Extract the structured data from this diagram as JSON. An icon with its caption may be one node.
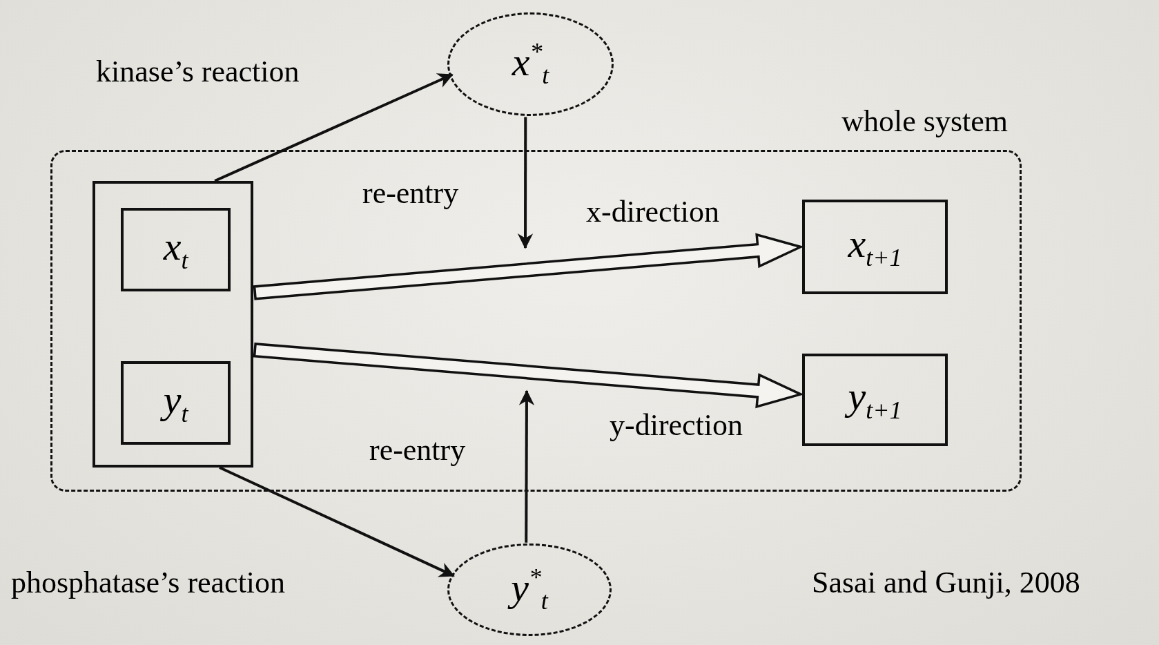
{
  "diagram": {
    "nodes": [
      {
        "text": [
          "whole system"
        ]
      },
      {
        "text": [],
        "shape": "box",
        "in": 0
      },
      {
        "text": [
          "x$_{t}$"
        ],
        "in": 1
      },
      {
        "text": [
          "y$_{t}$"
        ],
        "in": 1
      },
      {
        "text": [
          "x$_{t+1}$"
        ],
        "in": 0
      },
      {
        "text": [
          "y$_{t+1}$"
        ],
        "in": 0
      },
      {
        "text": [
          "x$^{*}$$_{t}$"
        ]
      },
      {
        "text": [
          "y$^{*}$$_{t}$"
        ]
      }
    ],
    "edges": [
      {
        "from": 1,
        "to": 6,
        "arrow": "to",
        "label": "kinase’s reaction"
      },
      {
        "from": 1,
        "to": 7,
        "arrow": "to",
        "label": "phosphatase’s reaction"
      },
      {
        "from": 6,
        "to": null,
        "arrow": "to",
        "label": "re-entry"
      },
      {
        "from": 7,
        "to": null,
        "arrow": "to",
        "label": "re-entry"
      },
      {
        "from": 1,
        "to": 4,
        "arrow": "to",
        "label": "x-direction",
        "style": "thick"
      },
      {
        "from": 1,
        "to": 5,
        "arrow": "to",
        "label": "y-direction",
        "style": "thick"
      }
    ],
    "labels": [
      "Sasai and Gunji, 2008"
    ]
  }
}
